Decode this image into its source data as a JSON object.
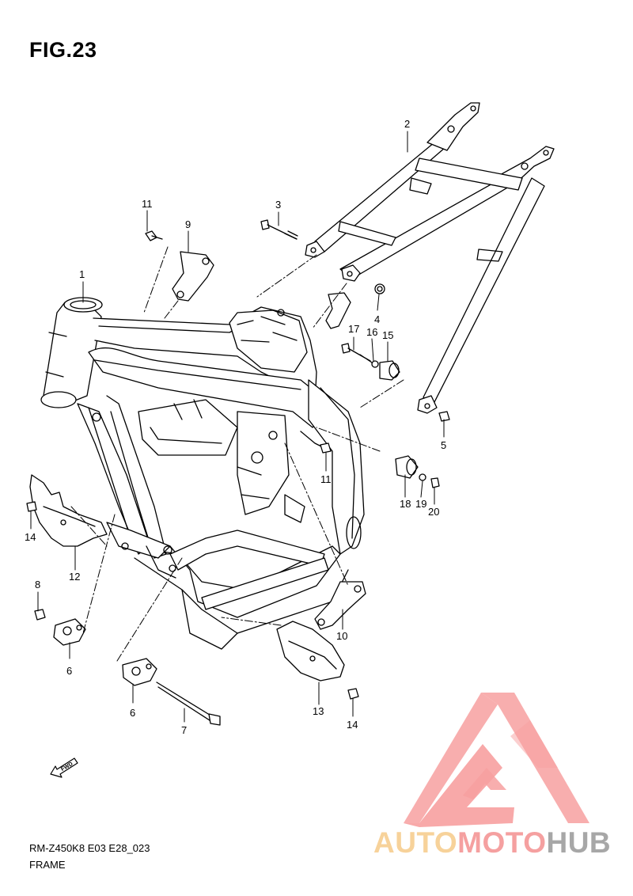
{
  "figure": {
    "title": "FIG.23",
    "code": "RM-Z450K8 E03 E28_023",
    "name": "FRAME"
  },
  "callouts": [
    {
      "id": "c1",
      "label": "1"
    },
    {
      "id": "c2",
      "label": "2"
    },
    {
      "id": "c3",
      "label": "3"
    },
    {
      "id": "c4",
      "label": "4"
    },
    {
      "id": "c5",
      "label": "5"
    },
    {
      "id": "c6a",
      "label": "6"
    },
    {
      "id": "c6b",
      "label": "6"
    },
    {
      "id": "c7",
      "label": "7"
    },
    {
      "id": "c8",
      "label": "8"
    },
    {
      "id": "c9",
      "label": "9"
    },
    {
      "id": "c10",
      "label": "10"
    },
    {
      "id": "c11a",
      "label": "11"
    },
    {
      "id": "c11b",
      "label": "11"
    },
    {
      "id": "c12",
      "label": "12"
    },
    {
      "id": "c13",
      "label": "13"
    },
    {
      "id": "c14a",
      "label": "14"
    },
    {
      "id": "c14b",
      "label": "14"
    },
    {
      "id": "c15",
      "label": "15"
    },
    {
      "id": "c16",
      "label": "16"
    },
    {
      "id": "c17",
      "label": "17"
    },
    {
      "id": "c18",
      "label": "18"
    },
    {
      "id": "c19",
      "label": "19"
    },
    {
      "id": "c20",
      "label": "20"
    }
  ],
  "fwd_label": "FWD",
  "watermark": {
    "part1": "AUTO",
    "part2": "MOTO",
    "part3": "HUB",
    "colors": {
      "part1": "#f7d29a",
      "part2": "#f5a0a0",
      "part3": "#a7a7a7",
      "triangle": "#f7a0a0"
    }
  }
}
